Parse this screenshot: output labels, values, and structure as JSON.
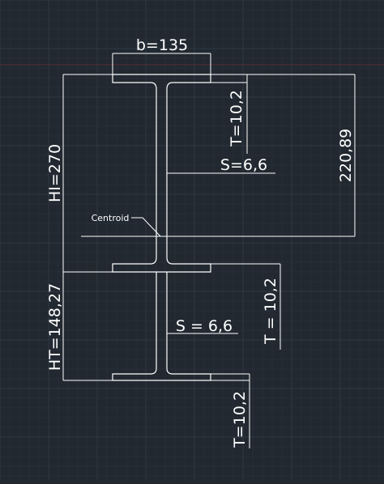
{
  "colors": {
    "background": "#212830",
    "grid_minor": "#262e37",
    "grid_major": "#2f3843",
    "axis_red": "#5a2c32",
    "lines": "#ffffff"
  },
  "labels": {
    "width": "b=135",
    "i_height": "HI=270",
    "t_height": "HT=148,27",
    "flange_top": "T=10,2",
    "web_top": "S=6,6",
    "centroid_dim": "220,89",
    "centroid": "Centroid",
    "flange_mid": "T = 10,2",
    "web_bottom": "S = 6,6",
    "flange_bottom": "T=10,2"
  }
}
